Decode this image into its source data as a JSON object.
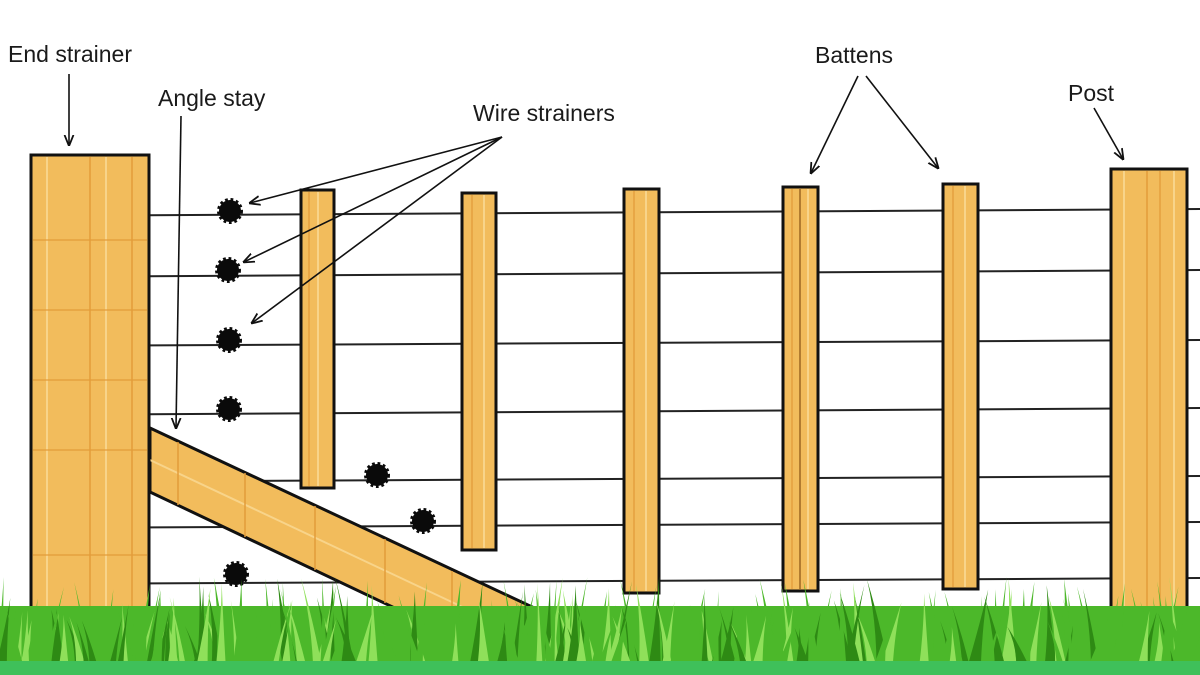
{
  "labels": {
    "end_strainer": "End strainer",
    "angle_stay": "Angle stay",
    "wire_strainers": "Wire strainers",
    "battens": "Battens",
    "post": "Post"
  },
  "colors": {
    "timber": "#f2bc5c",
    "timber_grain": "#e39c3a",
    "timber_highlight": "#f8d48a",
    "outline": "#111111",
    "wire": "#222222",
    "strainer": "#0a0a0a",
    "grass_dark": "#2e8a14",
    "grass_mid": "#4cb82a",
    "grass_light": "#8fe05a",
    "ground_strip": "#3fc05a",
    "background": "#ffffff"
  }
}
